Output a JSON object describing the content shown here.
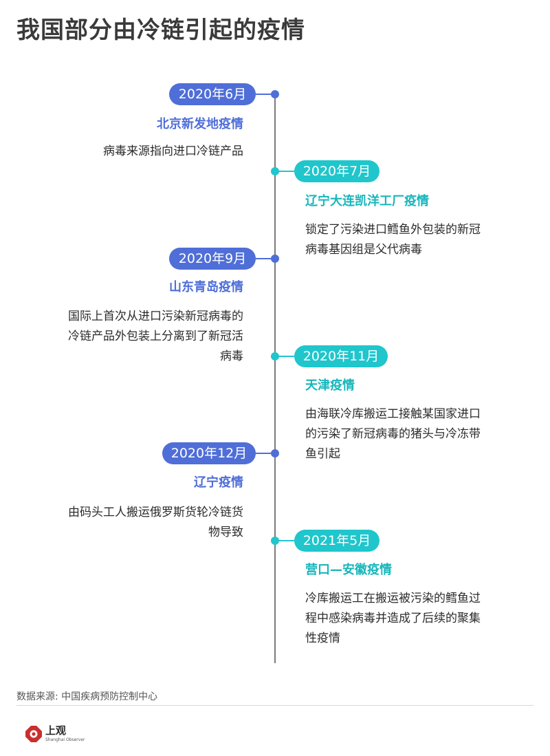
{
  "title": "我国部分由冷链引起的疫情",
  "events": [
    {
      "date": "2020年6月",
      "title": "北京新发地疫情",
      "desc": [
        "病毒来源指向进口冷链产品"
      ],
      "side": "left",
      "color": "#4f6ed8"
    },
    {
      "date": "2020年7月",
      "title": "辽宁大连凯洋工厂疫情",
      "desc": [
        "锁定了污染进口鳕鱼外包装的新冠",
        "病毒基因组是父代病毒"
      ],
      "side": "right",
      "color": "#1fc6cc"
    },
    {
      "date": "2020年9月",
      "title": "山东青岛疫情",
      "desc": [
        "国际上首次从进口污染新冠病毒的",
        "冷链产品外包装上分离到了新冠活",
        "病毒"
      ],
      "side": "left",
      "color": "#4f6ed8"
    },
    {
      "date": "2020年11月",
      "title": "天津疫情",
      "desc": [
        "由海联冷库搬运工接触某国家进口",
        "的污染了新冠病毒的猪头与冷冻带",
        "鱼引起"
      ],
      "side": "right",
      "color": "#1fc6cc"
    },
    {
      "date": "2020年12月",
      "title": "辽宁疫情",
      "desc": [
        "由码头工人搬运俄罗斯货轮冷链货",
        "物导致"
      ],
      "side": "left",
      "color": "#4f6ed8"
    },
    {
      "date": "2021年5月",
      "title": "营口—安徽疫情",
      "desc": [
        "冷库搬运工在搬运被污染的鳕鱼过",
        "程中感染病毒并造成了后续的聚集",
        "性疫情"
      ],
      "side": "right",
      "color": "#1fc6cc"
    }
  ],
  "source": "数据来源: 中国疾病预防控制中心",
  "logo": {
    "name": "上观",
    "subtitle": "Shanghai Observer",
    "icon": "shanghai-observer-logo-icon"
  }
}
